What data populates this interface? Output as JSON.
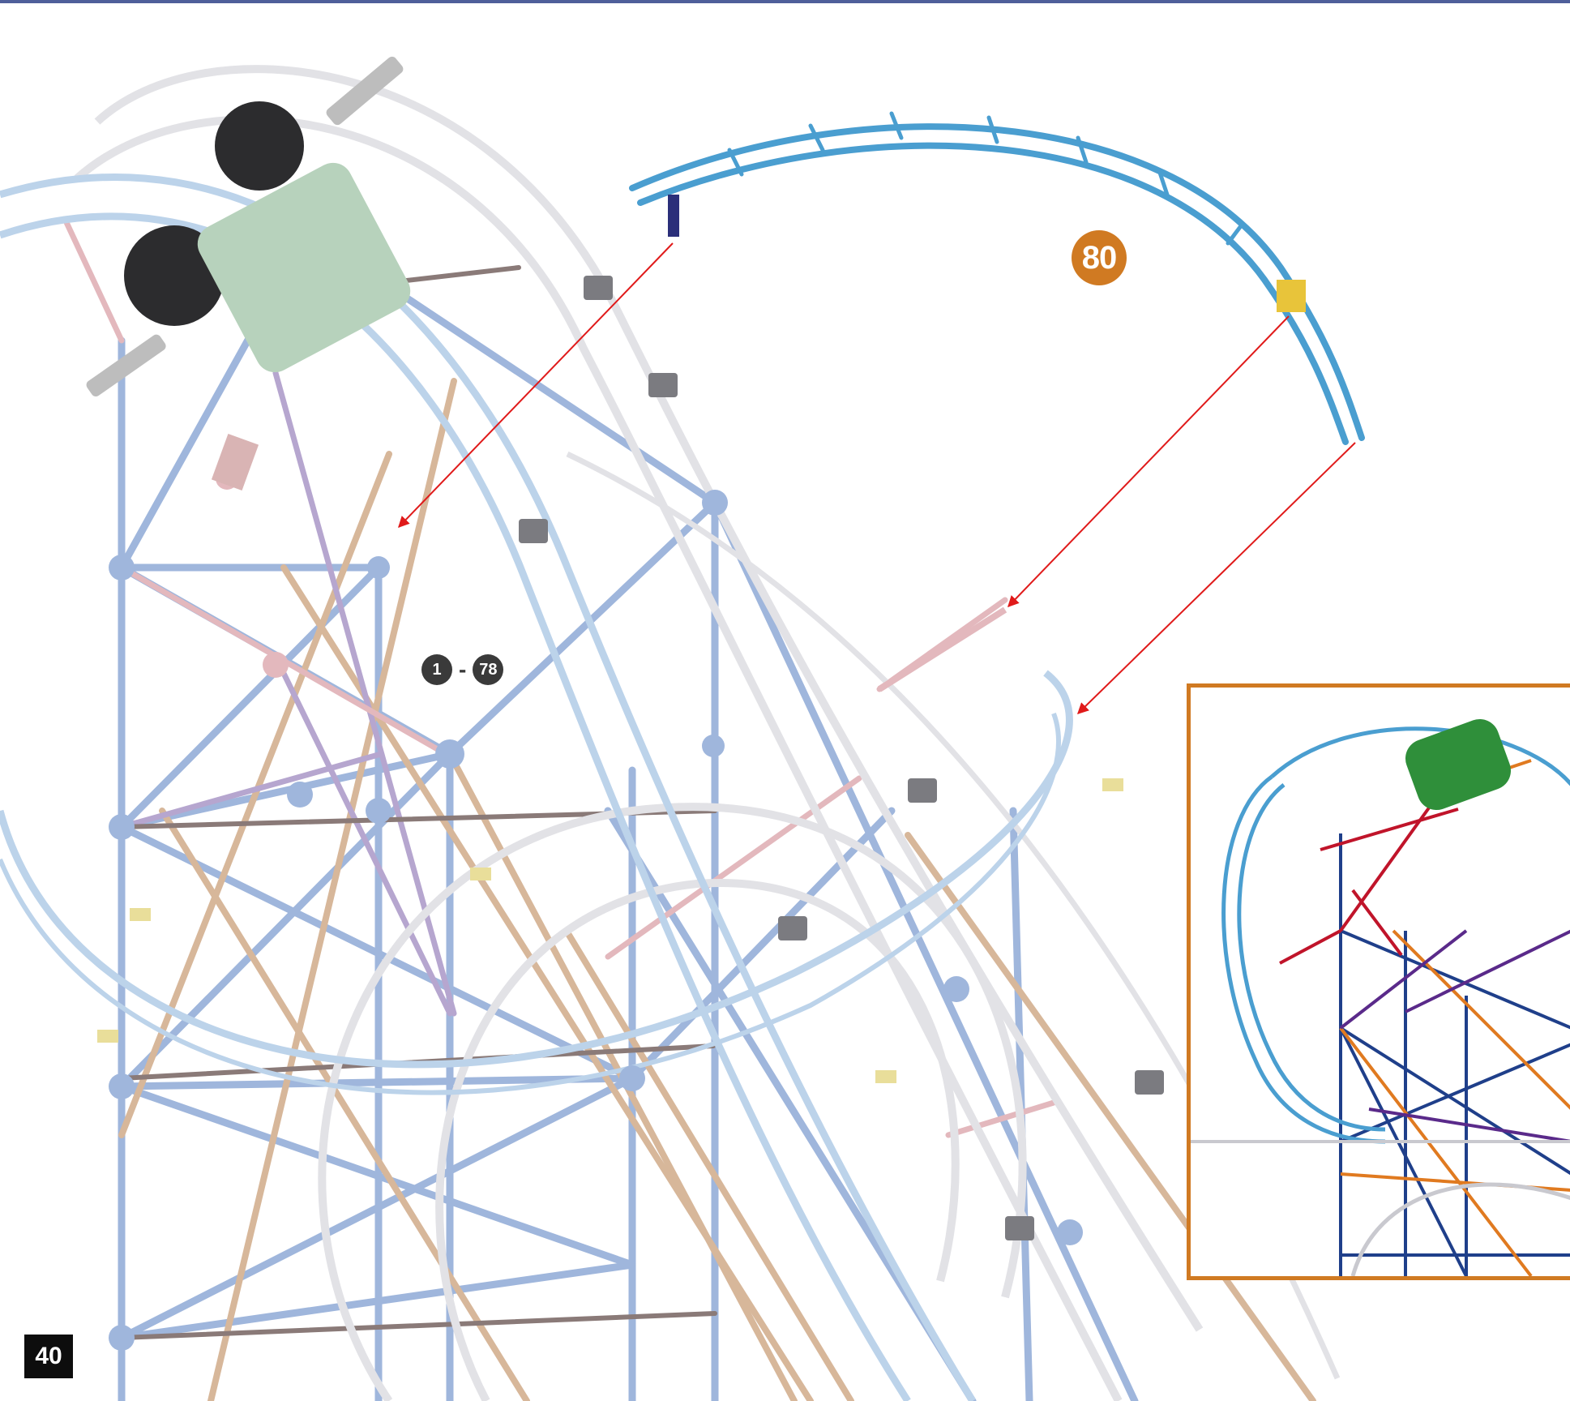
{
  "page": {
    "page_number": "40",
    "step_number": "80",
    "range_start": "1",
    "range_separator": "-",
    "range_end": "78"
  },
  "colors": {
    "top_rule": "#4f5f9a",
    "step_badge": "#d07a22",
    "range_badge": "#3a3a3a",
    "inset_border": "#d07a22",
    "new_track_piece": "#4a9ed0",
    "callout_arrow": "#e01a1a",
    "rod_blue": "#9fb6dc",
    "rod_tan": "#d7b79a",
    "rod_pink": "#e3b8bd",
    "rod_purple": "#b6a6cf",
    "rod_dark": "#8a7a78",
    "track_white": "#e2e2e6",
    "connector_gray": "#7b7b80",
    "connector_yellow": "#e9de9a",
    "motor_green": "#b7d2bc",
    "gear_black": "#2c2c2e"
  },
  "icons": {
    "top_rule": "rule-line",
    "step_badge": "step-number-circle",
    "range_badge": "step-range-circle",
    "arrows": "attach-arrow",
    "illustration": "roller-coaster-structure",
    "inset": "completed-view-inset"
  }
}
